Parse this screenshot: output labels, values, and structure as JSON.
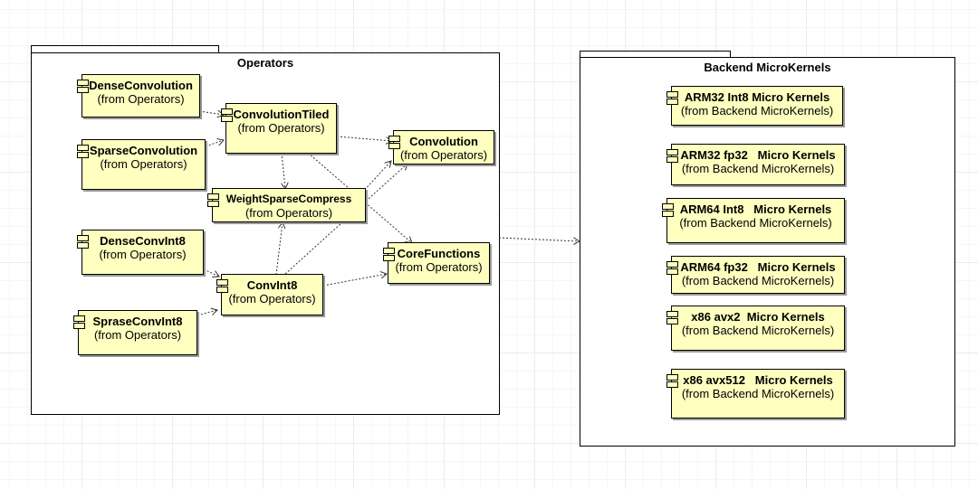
{
  "operators": {
    "title": "Operators",
    "components": {
      "dense_convolution": {
        "name": "DenseConvolution",
        "from": "(from Operators)"
      },
      "sparse_convolution": {
        "name": "SparseConvolution",
        "from": "(from Operators)"
      },
      "convolution_tiled": {
        "name": "ConvolutionTiled",
        "from": "(from Operators)"
      },
      "convolution": {
        "name": "Convolution",
        "from": "(from Operators)"
      },
      "weight_sparse_compress": {
        "name": "WeightSparseCompress",
        "from": "(from Operators)"
      },
      "dense_conv_int8": {
        "name": "DenseConvInt8",
        "from": "(from Operators)"
      },
      "core_functions": {
        "name": "CoreFunctions",
        "from": "(from Operators)"
      },
      "conv_int8": {
        "name": "ConvInt8",
        "from": "(from Operators)"
      },
      "sprase_conv_int8": {
        "name": "SpraseConvInt8",
        "from": "(from Operators)"
      }
    }
  },
  "backend": {
    "title": "Backend MicroKernels",
    "components": [
      {
        "name": "ARM32 Int8 Micro Kernels",
        "from": "(from Backend MicroKernels)"
      },
      {
        "name": "ARM32 fp32   Micro Kernels",
        "from": "(from Backend MicroKernels)"
      },
      {
        "name": "ARM64 Int8   Micro Kernels",
        "from": "(from Backend MicroKernels)"
      },
      {
        "name": "ARM64 fp32   Micro Kernels",
        "from": "(from Backend MicroKernels)"
      },
      {
        "name": "x86 avx2  Micro Kernels",
        "from": "(from Backend MicroKernels)"
      },
      {
        "name": "x86 avx512   Micro Kernels",
        "from": "(from Backend MicroKernels)"
      }
    ]
  }
}
